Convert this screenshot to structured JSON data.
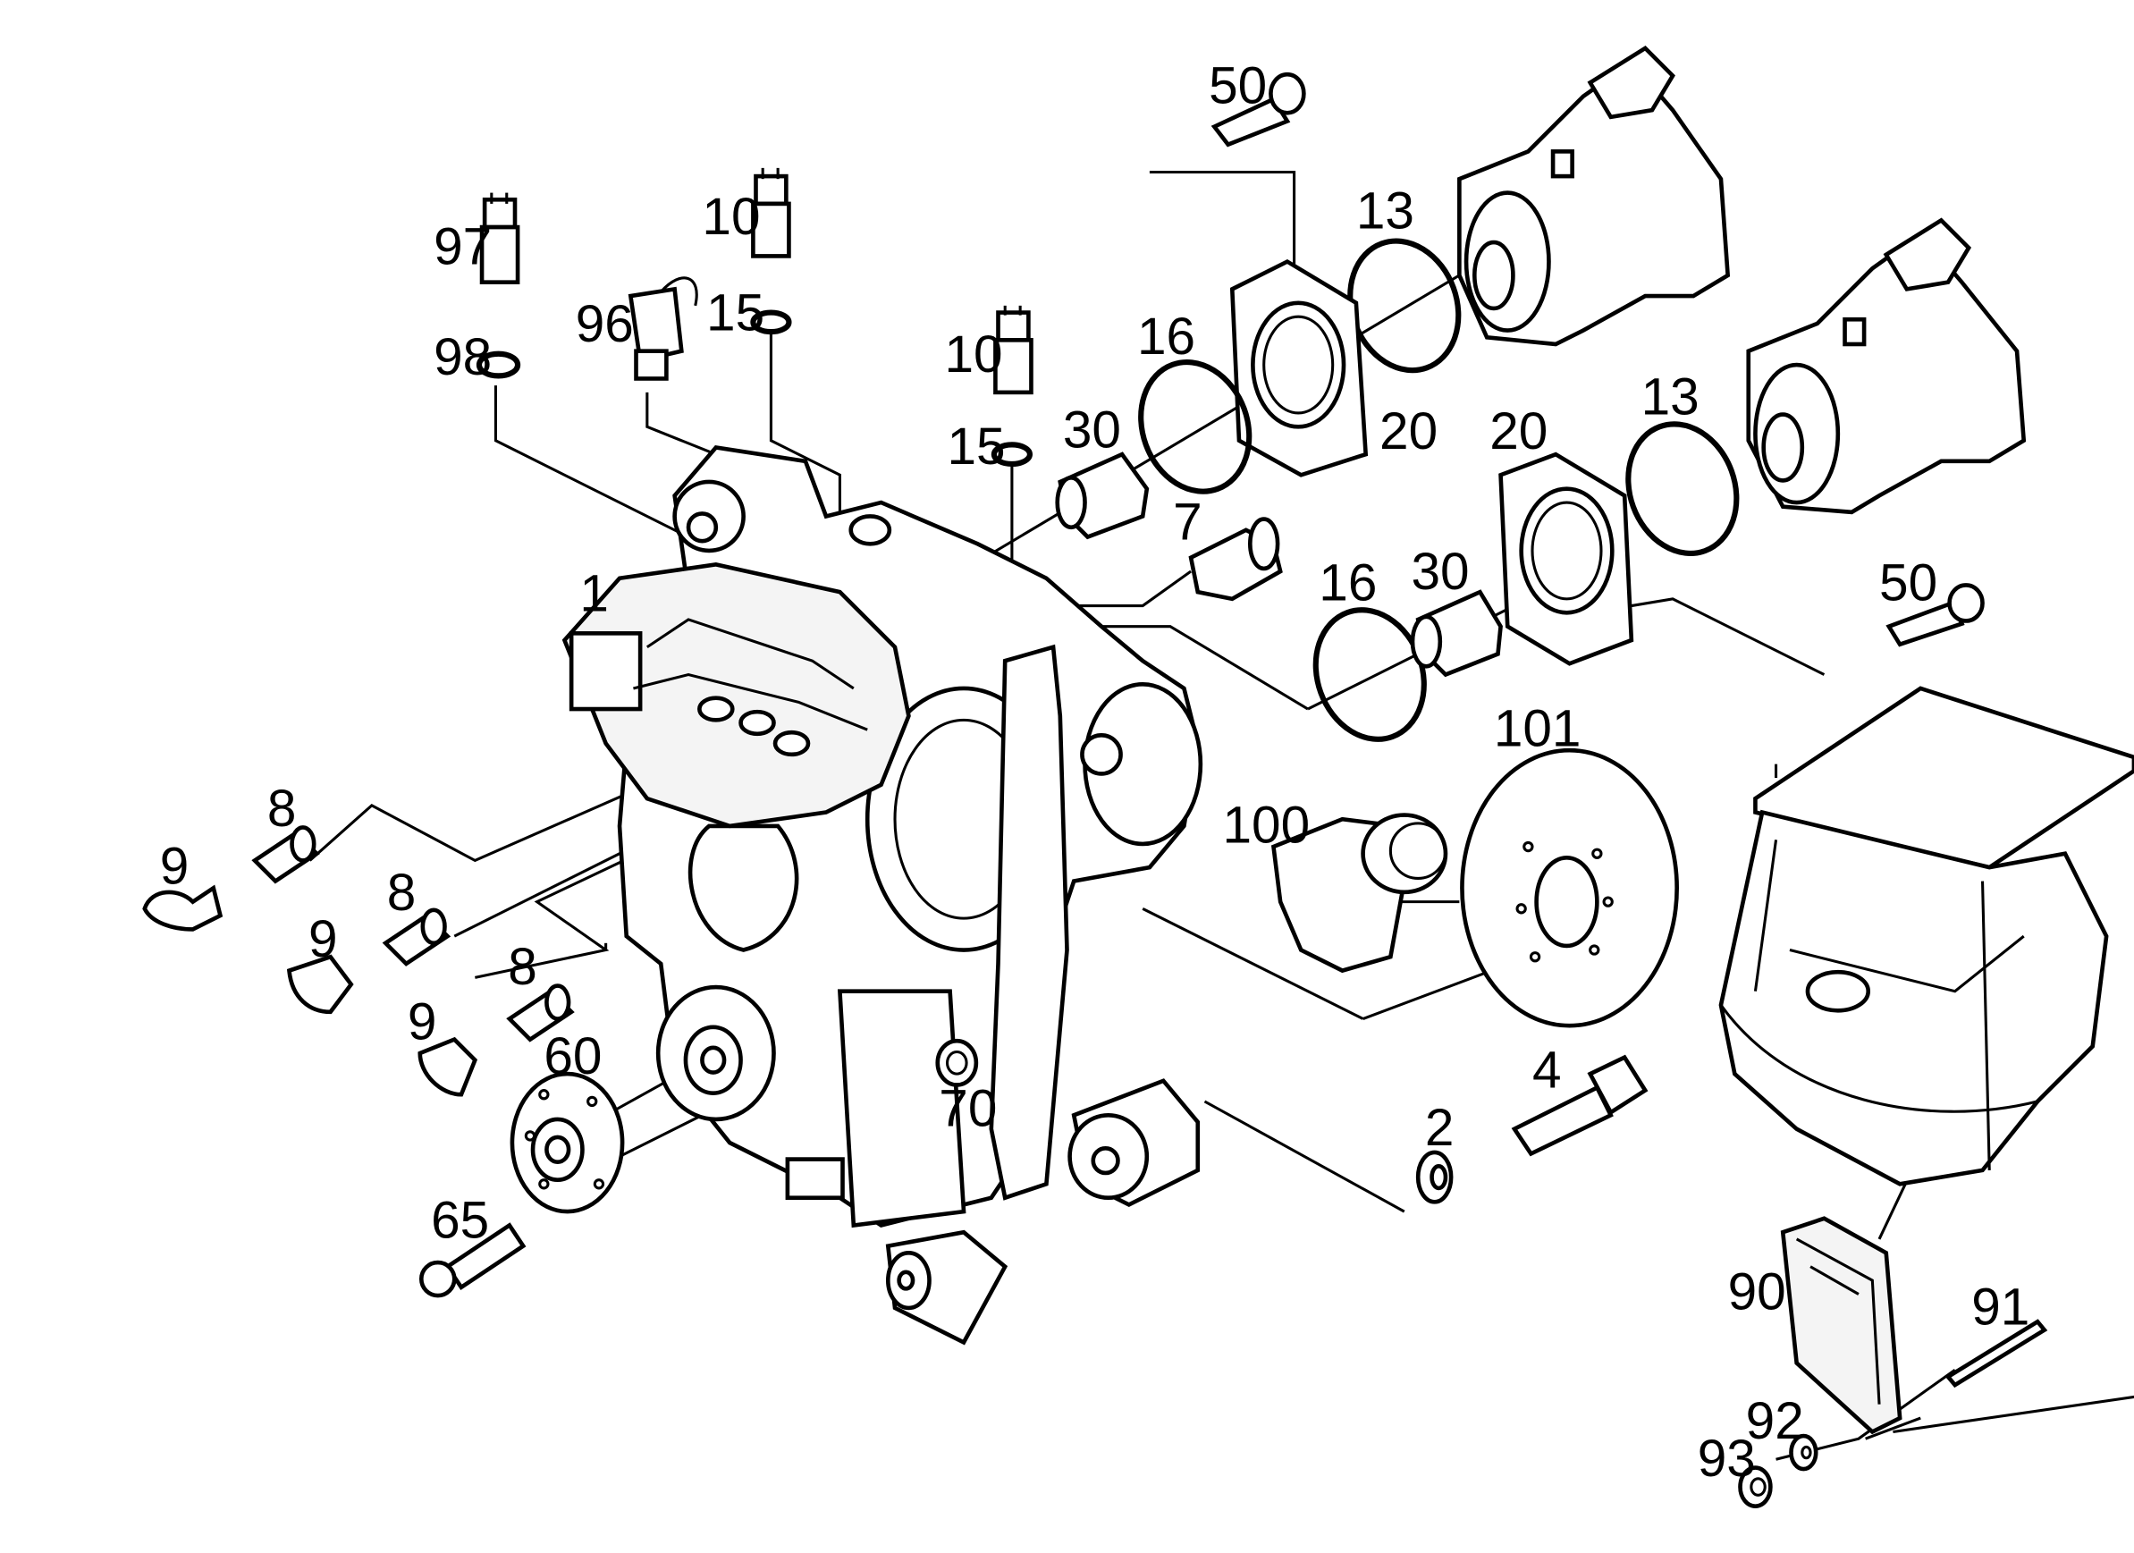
{
  "diagram": {
    "callouts": {
      "p1": "1",
      "p2": "2",
      "p4": "4",
      "p7": "7",
      "p8a": "8",
      "p8b": "8",
      "p8c": "8",
      "p9a": "9",
      "p9b": "9",
      "p9c": "9",
      "p10a": "10",
      "p10b": "10",
      "p13a": "13",
      "p13b": "13",
      "p15a": "15",
      "p15b": "15",
      "p16a": "16",
      "p16b": "16",
      "p20a": "20",
      "p20b": "20",
      "p30a": "30",
      "p30b": "30",
      "p50a": "50",
      "p50b": "50",
      "p60": "60",
      "p65": "65",
      "p70": "70",
      "p90": "90",
      "p91": "91",
      "p92": "92",
      "p93": "93",
      "p96": "96",
      "p97": "97",
      "p98": "98",
      "p100": "100",
      "p101": "101"
    }
  }
}
